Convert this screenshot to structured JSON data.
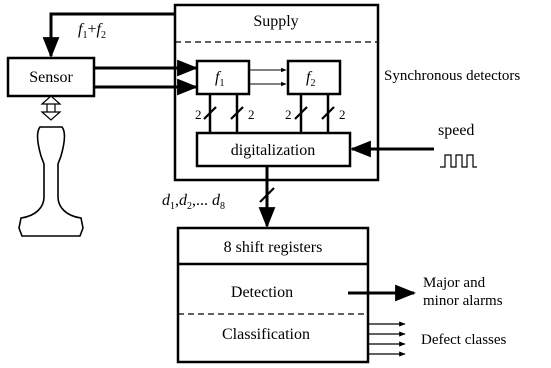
{
  "sensor": {
    "label": "Sensor"
  },
  "feed_label": {
    "f1": "f",
    "f1_sub": "1",
    "plus": "+",
    "f2": "f",
    "f2_sub": "2"
  },
  "supply": {
    "label": "Supply"
  },
  "detectors": {
    "caption": "Synchronous detectors",
    "f1": {
      "base": "f",
      "sub": "1"
    },
    "f2": {
      "base": "f",
      "sub": "2"
    },
    "bus_width": "2"
  },
  "digitalization": {
    "label": "digitalization"
  },
  "speed": {
    "label": "speed"
  },
  "data_bus": {
    "d": "d",
    "s1": "1",
    "sep1": ",",
    "d2": "d",
    "s2": "2",
    "ellipsis": ",... ",
    "d8": "d",
    "s8": "8"
  },
  "processor": {
    "shift_registers": "8 shift registers",
    "detection": "Detection",
    "classification": "Classification"
  },
  "outputs": {
    "alarms_line1": "Major and",
    "alarms_line2": "minor alarms",
    "defect_classes": "Defect classes"
  }
}
